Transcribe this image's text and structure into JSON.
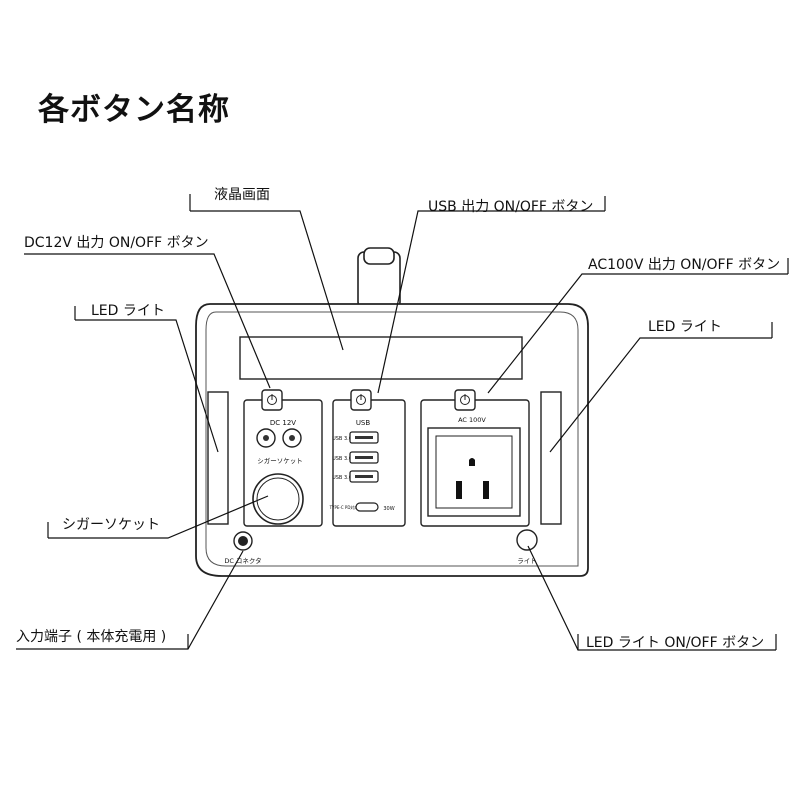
{
  "title": "各ボタン名称",
  "callouts": {
    "lcd": "液晶画面",
    "usb_button": "USB 出力 ON/OFF ボタン",
    "dc12v_button": "DC12V 出力 ON/OFF ボタン",
    "ac100v_button": "AC100V 出力 ON/OFF ボタン",
    "led_light_left": "LED ライト",
    "led_light_right": "LED ライト",
    "cigar_socket": "シガーソケット",
    "input_terminal": "入力端子 ( 本体充電用 )",
    "led_light_button": "LED ライト ON/OFF ボタン"
  },
  "panel_labels": {
    "dc_12v": "DC 12V",
    "cigar_socket": "シガーソケット",
    "usb": "USB",
    "usb_port_1": "USB 3.0",
    "usb_port_2": "USB 3.0",
    "usb_port_3": "USB 3.0",
    "type_c": "TYPE-C PD対応",
    "type_c_watt": "30W",
    "ac_100v": "AC 100V",
    "dc_connector": "DC コネクタ",
    "light": "ライト"
  }
}
